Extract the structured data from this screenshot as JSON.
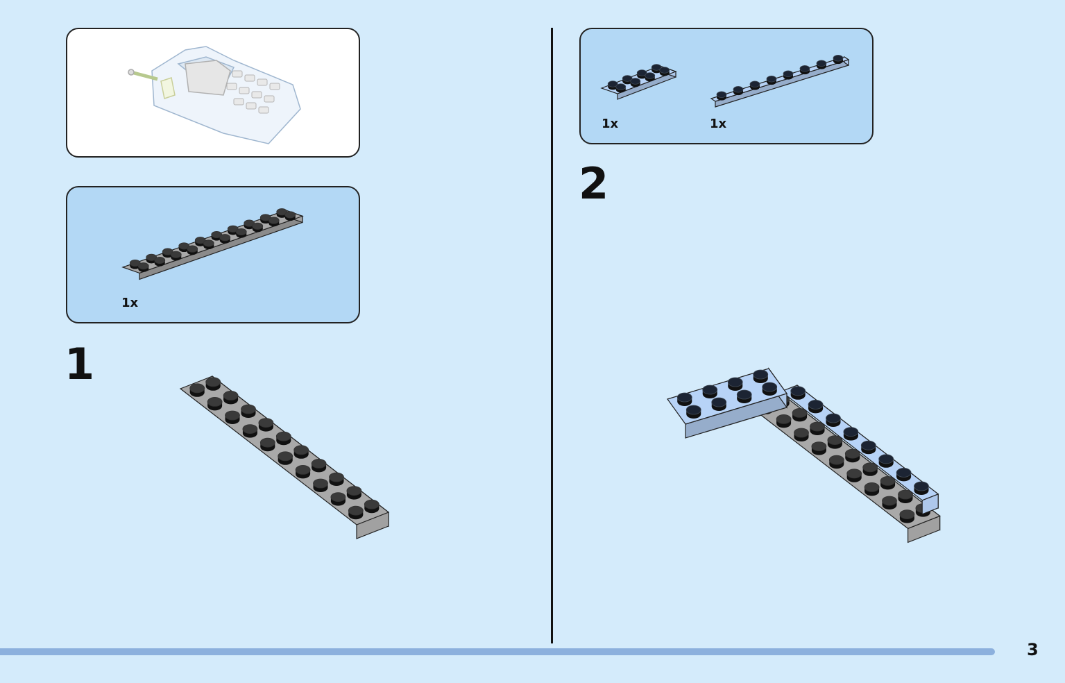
{
  "colors": {
    "background": "#d4ebfb",
    "parts_panel": "#b3d8f5",
    "gray_plate": "#a9a9a9",
    "light_blue_plate": "#b7d3f7",
    "progress_bar": "#8cb0dd"
  },
  "preview": {
    "icon": "finished-model-preview-image"
  },
  "steps": [
    {
      "number": "1",
      "parts": [
        {
          "part": "gray-plate-2x10",
          "qty": "1x"
        }
      ]
    },
    {
      "number": "2",
      "parts": [
        {
          "part": "light-blue-plate-2x4",
          "qty": "1x"
        },
        {
          "part": "light-blue-plate-1x8",
          "qty": "1x"
        }
      ]
    }
  ],
  "page": {
    "number": "3"
  }
}
